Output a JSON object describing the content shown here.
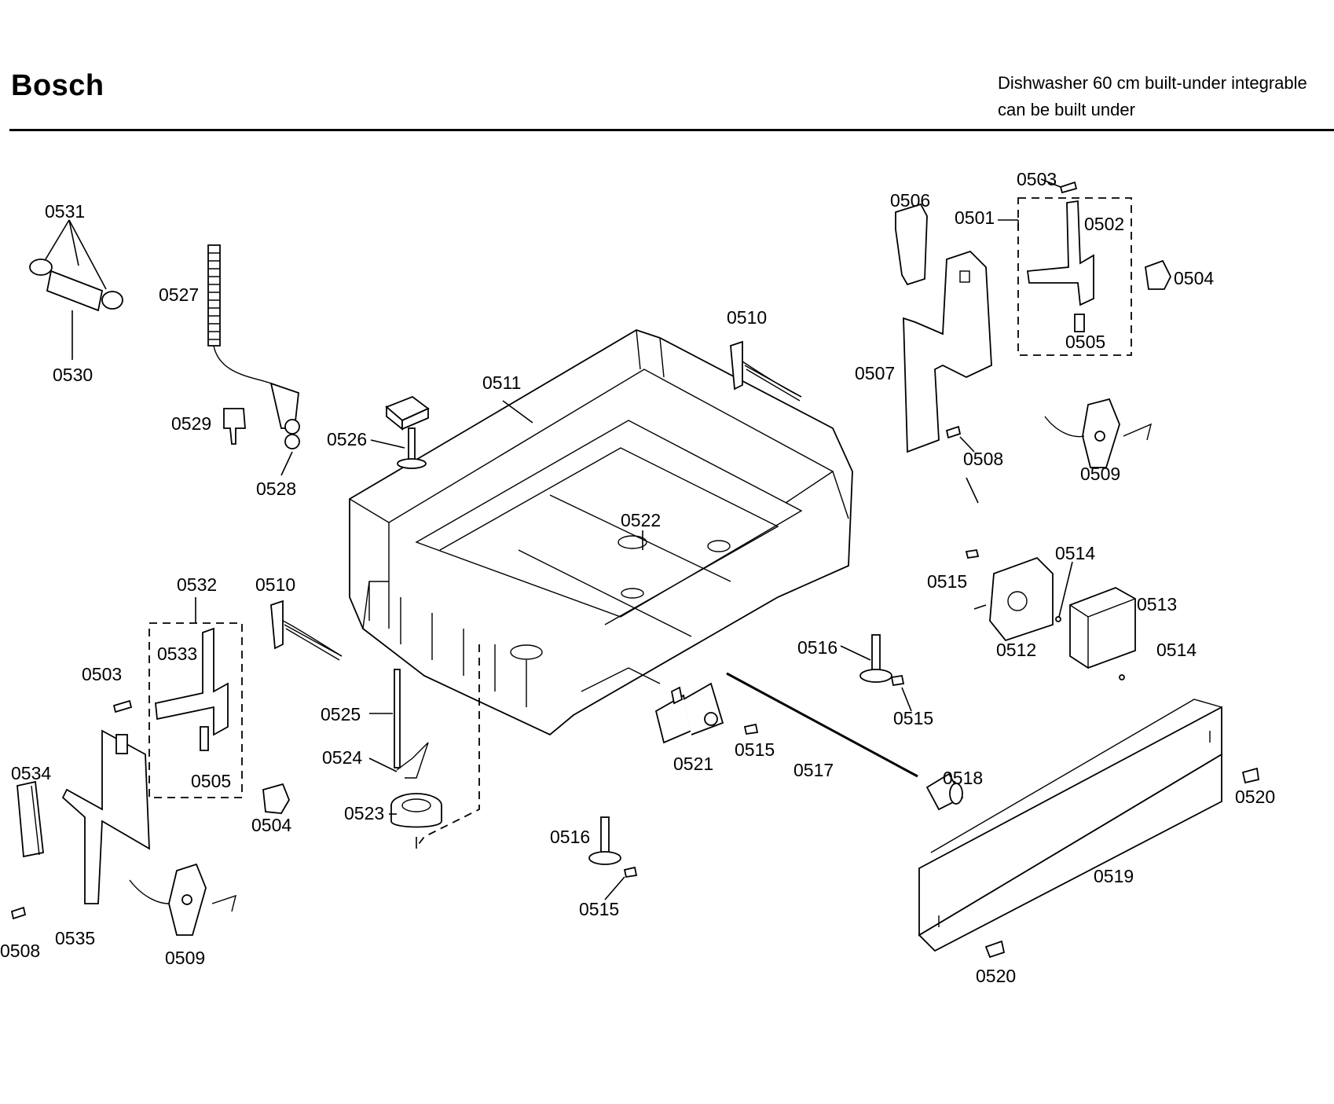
{
  "header": {
    "brand": "Bosch",
    "description_line1": "Dishwasher 60 cm built-under integrable",
    "description_line2": "can be built under"
  },
  "part_labels": {
    "p0501": "0501",
    "p0502": "0502",
    "p0503a": "0503",
    "p0503b": "0503",
    "p0504a": "0504",
    "p0504b": "0504",
    "p0505a": "0505",
    "p0505b": "0505",
    "p0506": "0506",
    "p0507": "0507",
    "p0508a": "0508",
    "p0508b": "0508",
    "p0509a": "0509",
    "p0509b": "0509",
    "p0510a": "0510",
    "p0510b": "0510",
    "p0511": "0511",
    "p0512": "0512",
    "p0513": "0513",
    "p0514a": "0514",
    "p0514b": "0514",
    "p0515a": "0515",
    "p0515b": "0515",
    "p0515c": "0515",
    "p0515d": "0515",
    "p0516a": "0516",
    "p0516b": "0516",
    "p0517": "0517",
    "p0518": "0518",
    "p0519": "0519",
    "p0520a": "0520",
    "p0520b": "0520",
    "p0521": "0521",
    "p0522": "0522",
    "p0523": "0523",
    "p0524": "0524",
    "p0525": "0525",
    "p0526": "0526",
    "p0527": "0527",
    "p0528": "0528",
    "p0529": "0529",
    "p0530": "0530",
    "p0531": "0531",
    "p0532": "0532",
    "p0533": "0533",
    "p0534": "0534",
    "p0535": "0535"
  }
}
